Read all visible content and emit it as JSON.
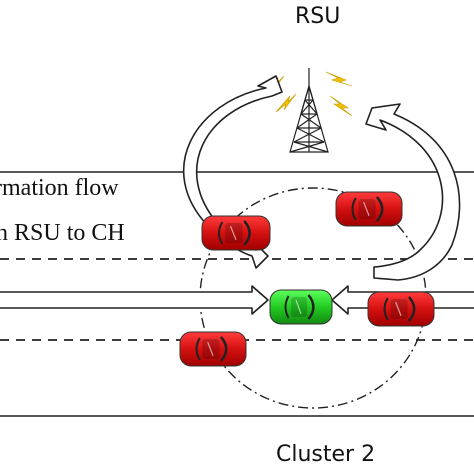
{
  "rsu": {
    "label": "RSU"
  },
  "info_flow": {
    "line1": "rmation flow",
    "line2": "n RSU to CH"
  },
  "cluster": {
    "label": "Cluster 2"
  },
  "colors": {
    "member_car": "#d81b1b",
    "cluster_head_car": "#2ecc2e",
    "signal": "#f2c200"
  },
  "vehicles": [
    {
      "role": "member",
      "name": "car-member-1"
    },
    {
      "role": "member",
      "name": "car-member-2"
    },
    {
      "role": "member",
      "name": "car-member-3"
    },
    {
      "role": "member",
      "name": "car-member-4"
    },
    {
      "role": "cluster-head",
      "name": "car-cluster-head"
    }
  ]
}
